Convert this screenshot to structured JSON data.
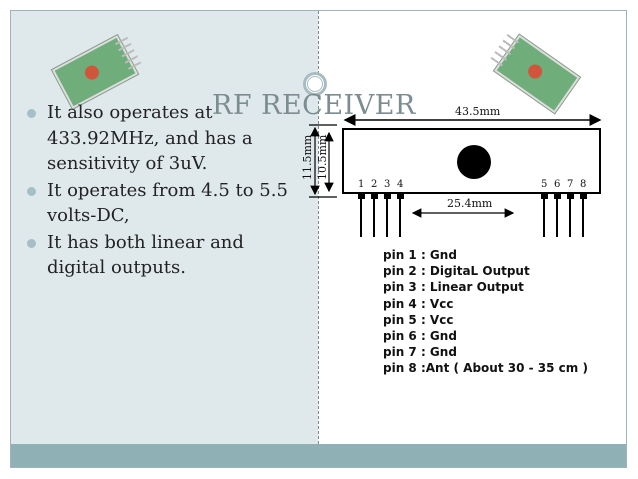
{
  "slide": {
    "title": "RF RECEIVER",
    "bullets": [
      "It also operates at 433.92MHz, and has a sensitivity of 3uV.",
      "It  operates from 4.5 to 5.5 volts-DC,",
      "It has both linear and digital outputs."
    ]
  },
  "diagram": {
    "width_label": "43.5mm",
    "pitch_label": "25.4mm",
    "height_outer_label": "11.5mm",
    "height_inner_label": "10.5mm",
    "pin_numbers": [
      "1",
      "2",
      "3",
      "4",
      "5",
      "6",
      "7",
      "8"
    ],
    "pin_descriptions": [
      "pin 1 : Gnd",
      "pin 2 : DigitaL Output",
      "pin 3 : Linear Output",
      "pin 4 : Vcc",
      "pin 5 : Vcc",
      "pin 6 : Gnd",
      "pin 7 : Gnd",
      "pin 8 :Ant ( About 30 - 35 cm )"
    ]
  },
  "colors": {
    "left_panel": "#dfe9ec",
    "bottom_band": "#8fb1b6",
    "title": "#7b8d91",
    "bullet": "#a4c0c6",
    "module_board": "#6fae7a"
  }
}
